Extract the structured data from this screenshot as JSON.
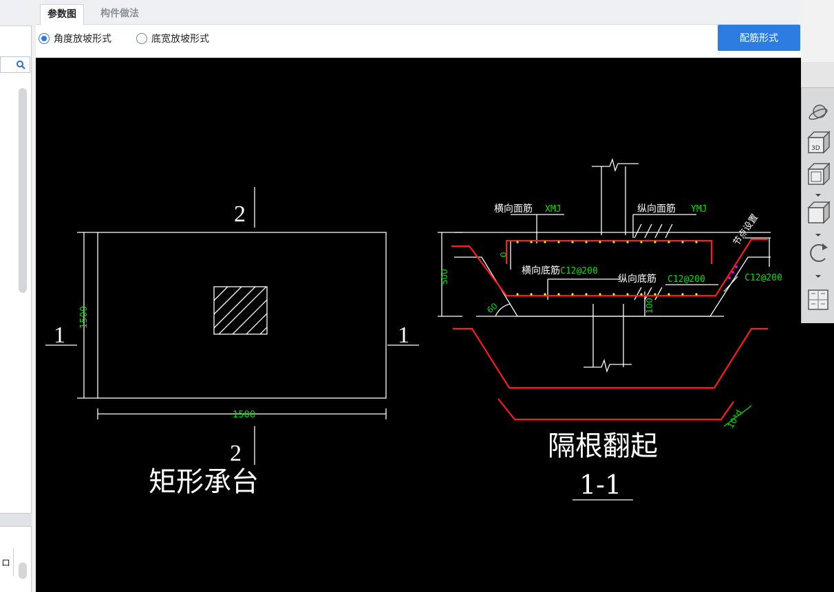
{
  "tabs": [
    {
      "label": "参数图",
      "active": true
    },
    {
      "label": "构件做法",
      "active": false
    }
  ],
  "options": {
    "radio_angle": {
      "label": "角度放坡形式",
      "checked": true
    },
    "radio_width": {
      "label": "底宽放坡形式",
      "checked": false
    },
    "rebar_button": "配筋形式"
  },
  "left_panel": {
    "bottom_glyph": "ロ"
  },
  "drawing": {
    "plan": {
      "title": "矩形承台",
      "section_1_left": "1",
      "section_1_right": "1",
      "section_2_top": "2",
      "section_2_bottom": "2",
      "dim_height": "1500",
      "dim_width": "1500"
    },
    "section": {
      "title": "隔根翻起",
      "subtitle": "1-1",
      "label_h_top": "横向面筋",
      "value_h_top": "XMJ",
      "label_v_top": "纵向面筋",
      "value_v_top": "YMJ",
      "label_h_bottom": "横向底筋",
      "value_h_bottom": "C12@200",
      "label_v_bottom": "纵向底筋",
      "value_v_bottom": "C12@200",
      "side_label": "节点设置",
      "side_value": "C12@200",
      "dim_zero": "0",
      "dim_500": "500",
      "dim_100": "100",
      "angle": "60",
      "hook": "10*d"
    },
    "colors": {
      "line": "#ffffff",
      "rebar": "#ff1a1a",
      "dim": "#00e000",
      "dots": "#ffff00",
      "magenta": "#ff00ff"
    }
  }
}
